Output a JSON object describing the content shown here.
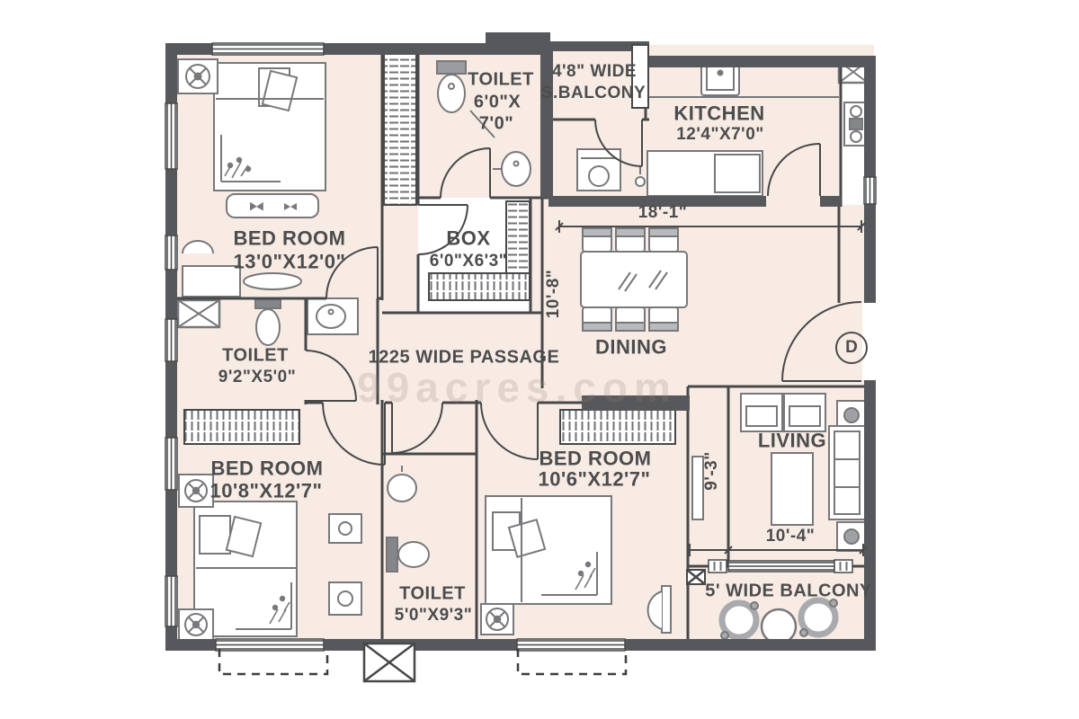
{
  "plan": {
    "watermark": "99acres.com",
    "door_marker": "D",
    "rooms": {
      "bedroom_top_left": {
        "name": "BED ROOM",
        "size": "13'0\"X12'0\""
      },
      "toilet_top": {
        "name": "TOILET",
        "size_line1": "6'0\"X",
        "size_line2": "7'0\""
      },
      "service_balcony": {
        "line1": "4'8\" WIDE",
        "line2": "S.BALCONY"
      },
      "kitchen": {
        "name": "KITCHEN",
        "size": "12'4\"X7'0\""
      },
      "box_room": {
        "name": "BOX",
        "size": "6'0\"X6'3\""
      },
      "dining": {
        "name": "DINING"
      },
      "toilet_mid_left": {
        "name": "TOILET",
        "size": "9'2\"X5'0\""
      },
      "passage": {
        "name": "1225 WIDE PASSAGE"
      },
      "bedroom_bottom_left": {
        "name": "BED ROOM",
        "size": "10'8\"X12'7\""
      },
      "bedroom_bottom_mid": {
        "name": "BED ROOM",
        "size": "10'6\"X12'7\""
      },
      "toilet_bottom": {
        "name": "TOILET",
        "size": "5'0\"X9'3\""
      },
      "living": {
        "name": "LIVING"
      },
      "balcony": {
        "name": "5' WIDE BALCONY"
      }
    },
    "dimensions": {
      "top_width": "18'-1\"",
      "dining_depth": "10'-8\"",
      "foyer_depth": "9'-3\"",
      "living_width": "10'-4\""
    },
    "colors": {
      "wall": "#57585b",
      "floor": "#f8ebe4",
      "line": "#47484a",
      "furniture": "#77787b"
    }
  }
}
